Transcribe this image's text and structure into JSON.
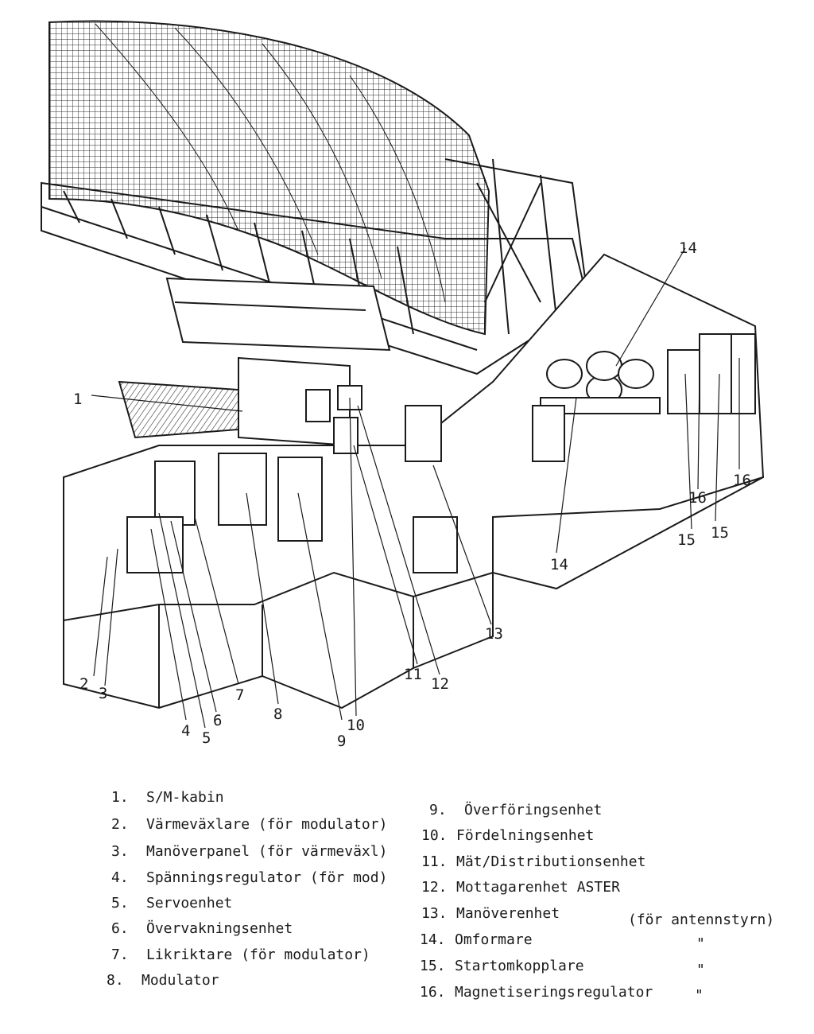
{
  "callouts": [
    "1",
    "2",
    "3",
    "4",
    "5",
    "6",
    "7",
    "8",
    "9",
    "10",
    "11",
    "12",
    "13",
    "14",
    "14",
    "15",
    "15",
    "16",
    "16"
  ],
  "legend": [
    {
      "num": "1.",
      "label": "S/M-kabin"
    },
    {
      "num": "2.",
      "label": "Värmeväxlare (för modulator)"
    },
    {
      "num": "3.",
      "label": "Manöverpanel (för värmeväxl)"
    },
    {
      "num": "4.",
      "label": "Spänningsregulator (för mod)"
    },
    {
      "num": "5.",
      "label": "Servoenhet"
    },
    {
      "num": "6.",
      "label": "Övervakningsenhet"
    },
    {
      "num": "7.",
      "label": "Likriktare (för modulator)"
    },
    {
      "num": "8.",
      "label": "Modulator"
    },
    {
      "num": "9.",
      "label": "Överföringsenhet"
    },
    {
      "num": "10.",
      "label": "Fördelningsenhet"
    },
    {
      "num": "11.",
      "label": "Mät/Distributionsenhet"
    },
    {
      "num": "12.",
      "label": "Mottagarenhet ASTER"
    },
    {
      "num": "13.",
      "label": "Manöverenhet"
    },
    {
      "num": "14.",
      "label": "Omformare"
    },
    {
      "num": "15.",
      "label": "Startomkopplare"
    },
    {
      "num": "16.",
      "label": "Magnetiseringsregulator"
    }
  ],
  "legend_notes": {
    "antenna": "(för antennstyrn)",
    "ditto_14": "\"",
    "ditto_15": "\"",
    "ditto_16": "\""
  },
  "colors": {
    "ink": "#1a1a1a",
    "paper": "#ffffff"
  }
}
